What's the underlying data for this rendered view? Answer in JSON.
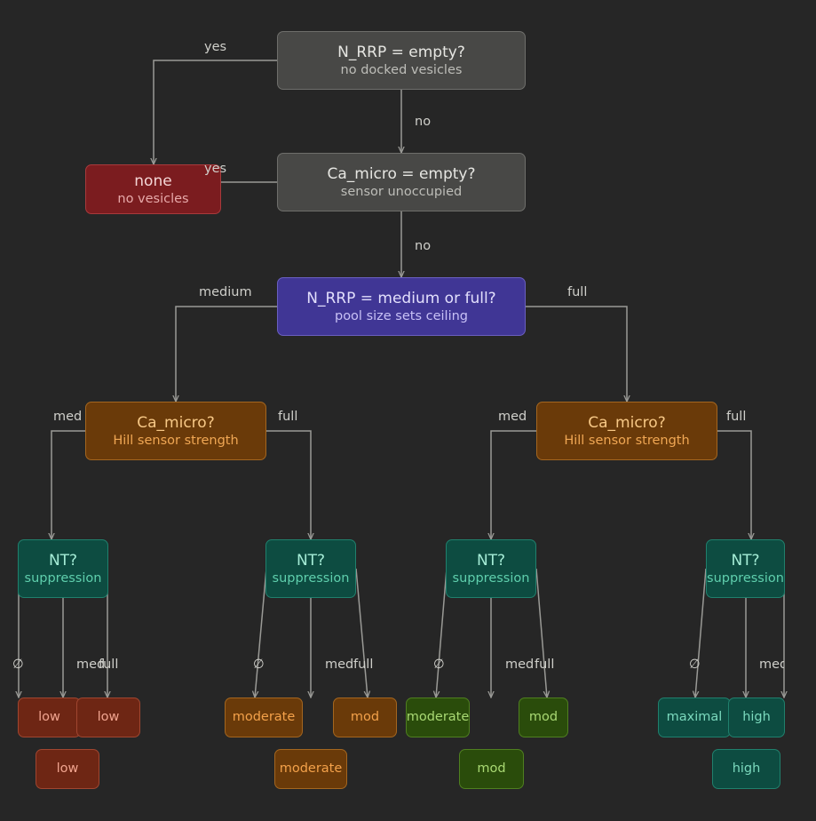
{
  "colors": {
    "background": "#262626",
    "edge": "#9a9a96"
  },
  "nodes": {
    "q_rrp_empty": {
      "title": "N_RRP = empty?",
      "sub": "no docked vesicles"
    },
    "q_ca_empty": {
      "title": "Ca_micro = empty?",
      "sub": "sensor unoccupied"
    },
    "none": {
      "title": "none",
      "sub": "no vesicles"
    },
    "q_rrp_size": {
      "title": "N_RRP = medium or full?",
      "sub": "pool size sets ceiling"
    },
    "ca_left": {
      "title": "Ca_micro?",
      "sub": "Hill sensor strength"
    },
    "ca_right": {
      "title": "Ca_micro?",
      "sub": "Hill sensor strength"
    },
    "nt1": {
      "title": "NT?",
      "sub": "suppression"
    },
    "nt2": {
      "title": "NT?",
      "sub": "suppression"
    },
    "nt3": {
      "title": "NT?",
      "sub": "suppression"
    },
    "nt4": {
      "title": "NT?",
      "sub": "suppression"
    }
  },
  "leaves": {
    "l1a": "low",
    "l1b": "low",
    "l1c": "low",
    "l2a": "moderate",
    "l2b": "mod",
    "l2c": "moderate",
    "l3a": "moderate",
    "l3b": "mod",
    "l3c": "mod",
    "l4a": "maximal",
    "l4b": "high",
    "l4c": "high"
  },
  "edge_labels": {
    "e_yes1": "yes",
    "e_no1": "no",
    "e_yes2": "yes",
    "e_no2": "no",
    "e_medium": "medium",
    "e_full": "full",
    "e_l_med": "med",
    "e_l_full": "full",
    "e_r_med": "med",
    "e_r_full": "full",
    "n1_null": "∅",
    "n1_med": "med",
    "n1_full": "full",
    "n2_null": "∅",
    "n2_med": "med",
    "n2_full": "full",
    "n3_null": "∅",
    "n3_med": "med",
    "n3_full": "full",
    "n4_null": "∅",
    "n4_med": "med"
  }
}
